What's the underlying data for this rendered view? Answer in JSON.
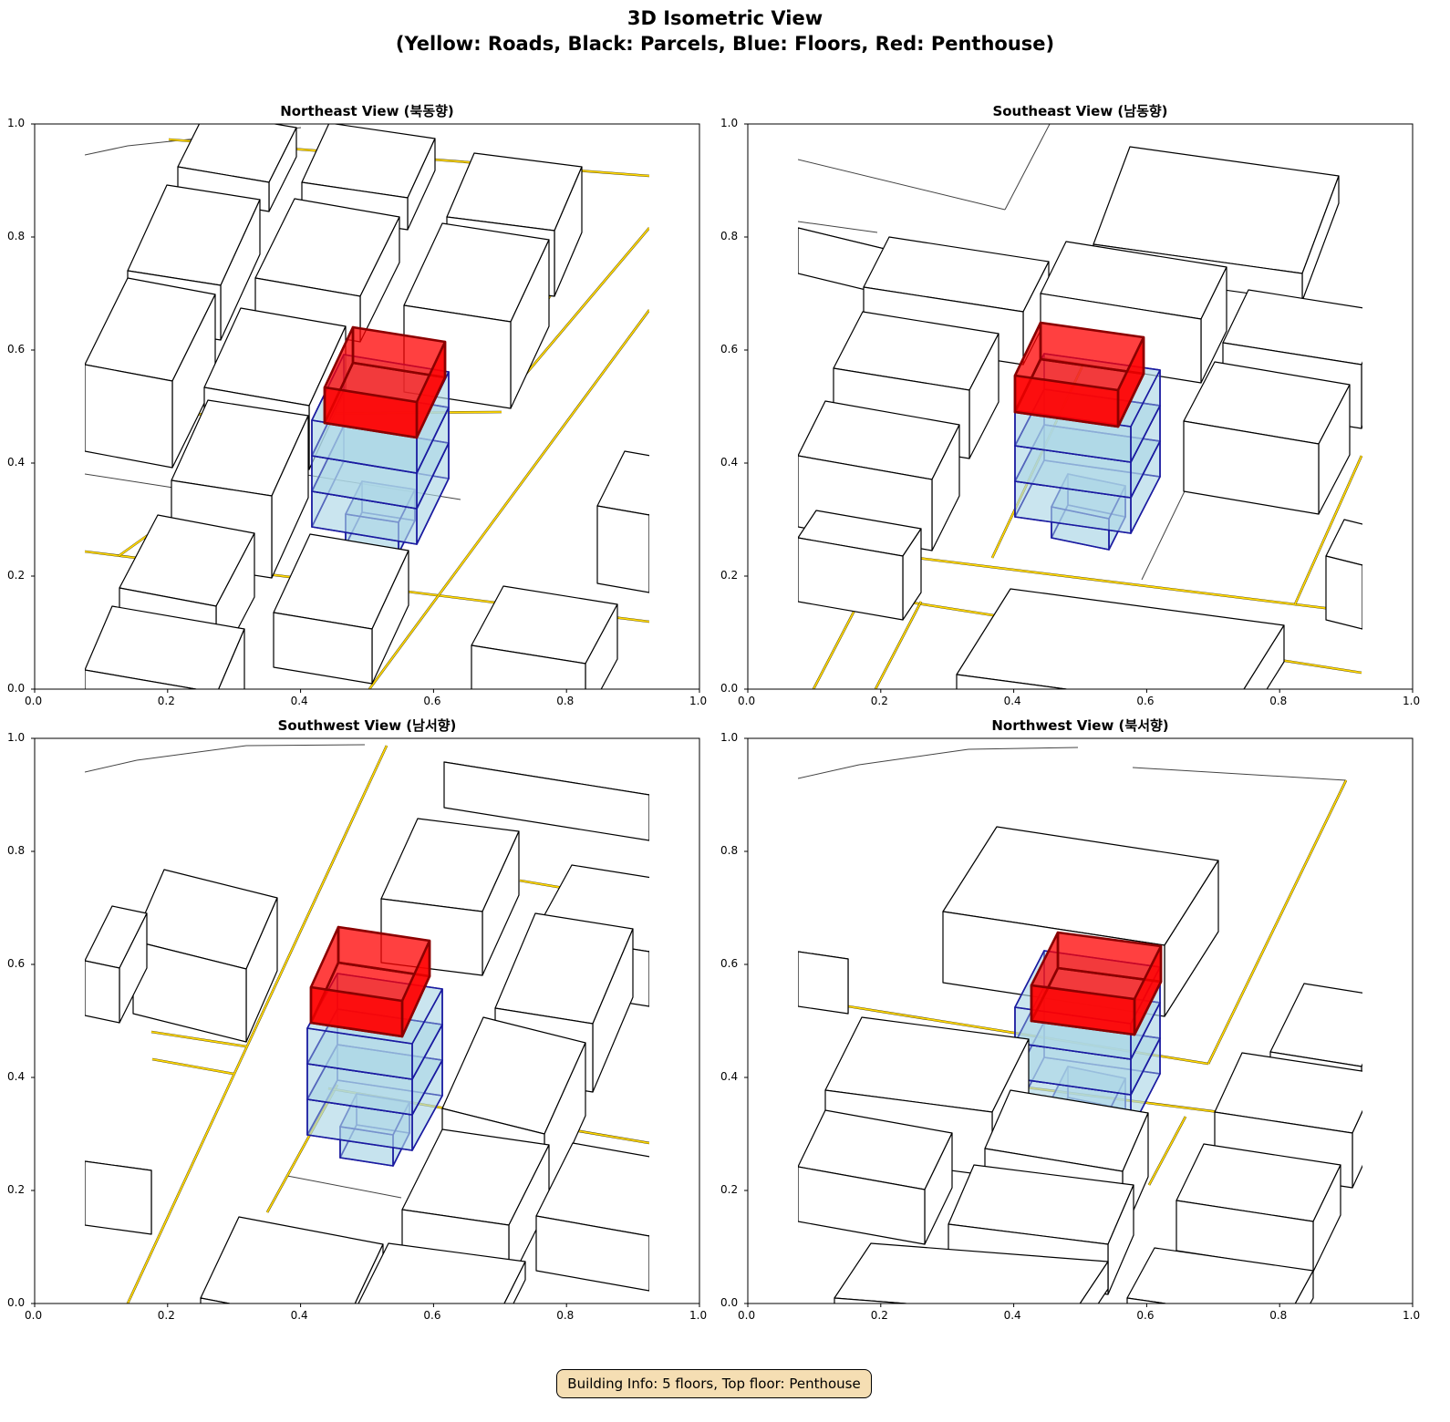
{
  "figure": {
    "title_line1": "3D Isometric View",
    "title_line2": "(Yellow: Roads, Black: Parcels, Blue: Floors, Red: Penthouse)",
    "info_box": "Building Info: 5 floors, Top floor: Penthouse"
  },
  "panels": [
    {
      "title": "Northeast View (북동향)"
    },
    {
      "title": "Southeast View (남동향)"
    },
    {
      "title": "Southwest View (남서향)"
    },
    {
      "title": "Northwest View (북서향)"
    }
  ],
  "axes": {
    "x_ticks": [
      "0.0",
      "0.2",
      "0.4",
      "0.6",
      "0.8",
      "1.0"
    ],
    "y_ticks": [
      "0.0",
      "0.2",
      "0.4",
      "0.6",
      "0.8",
      "1.0"
    ]
  },
  "colors": {
    "road": "#ffd700",
    "parcel": "#000000",
    "floor_fill": "#add8e6",
    "floor_edge": "#1a1aa0",
    "penthouse_fill": "#ff0000",
    "penthouse_edge": "#8b0000",
    "info_bg": "#f5deb3"
  }
}
